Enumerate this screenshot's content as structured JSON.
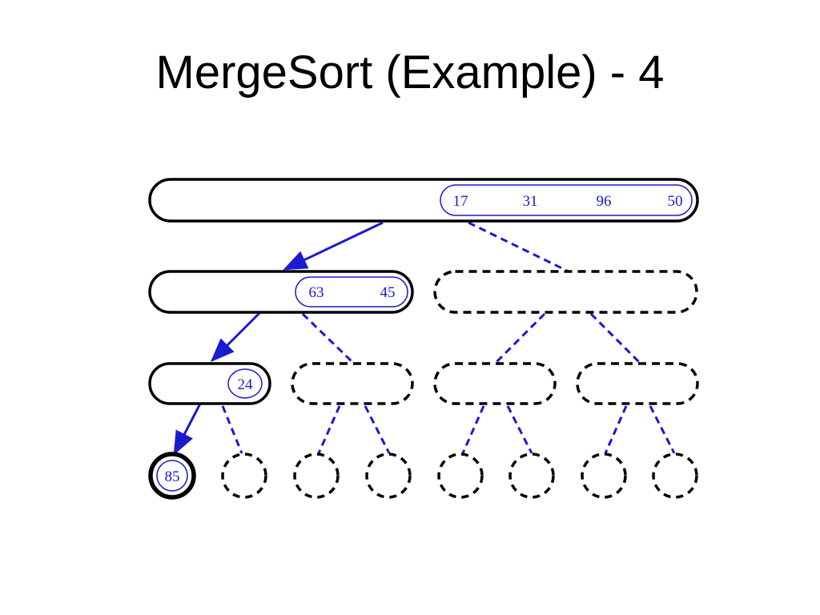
{
  "title": "MergeSort (Example) - 4",
  "colors": {
    "node_border": "#000000",
    "value": "#1a1ad0",
    "arrow": "#1a1ad0"
  },
  "tree": {
    "root_values": [
      "17",
      "31",
      "96",
      "50"
    ],
    "level1_left_values": [
      "63",
      "45"
    ],
    "level2_left_value": "24",
    "leaf_current_value": "85"
  }
}
